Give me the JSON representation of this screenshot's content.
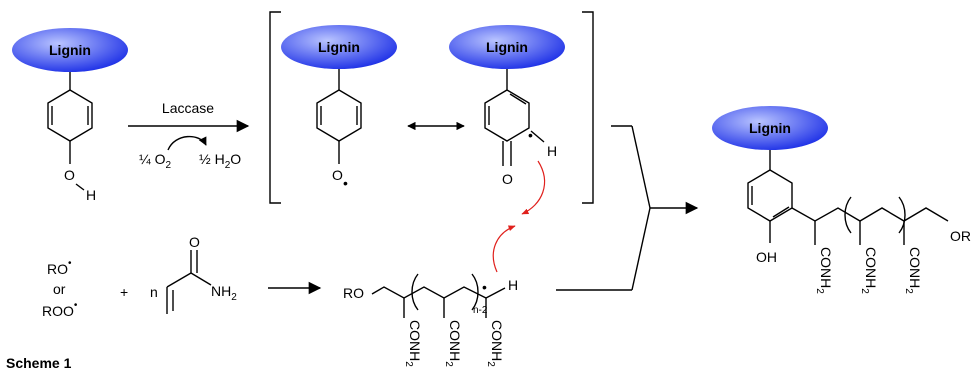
{
  "labels": {
    "lignin": "Lignin",
    "laccase": "Laccase",
    "o2": "¼ O",
    "o2_sub": "2",
    "h2o": "½ H",
    "h2o_sub": "2",
    "h2o_tail": "O",
    "o_atom": "O",
    "h_atom": "H",
    "ro_rad": "RO",
    "or": "or",
    "roo_rad": "ROO",
    "plus": "+",
    "n": "n",
    "nh2": "NH",
    "nh2_sub": "2",
    "ro": "RO",
    "n_minus_2": "n-2",
    "conh": "CONH",
    "conh_sub": "2",
    "oh": "OH",
    "or_end": "OR",
    "dot": "•"
  },
  "caption": "Scheme 1",
  "colors": {
    "lignin_fill_center": "#a7b6ff",
    "lignin_fill_edge": "#1d2fe6",
    "electron_arrow": "#e0201c"
  }
}
